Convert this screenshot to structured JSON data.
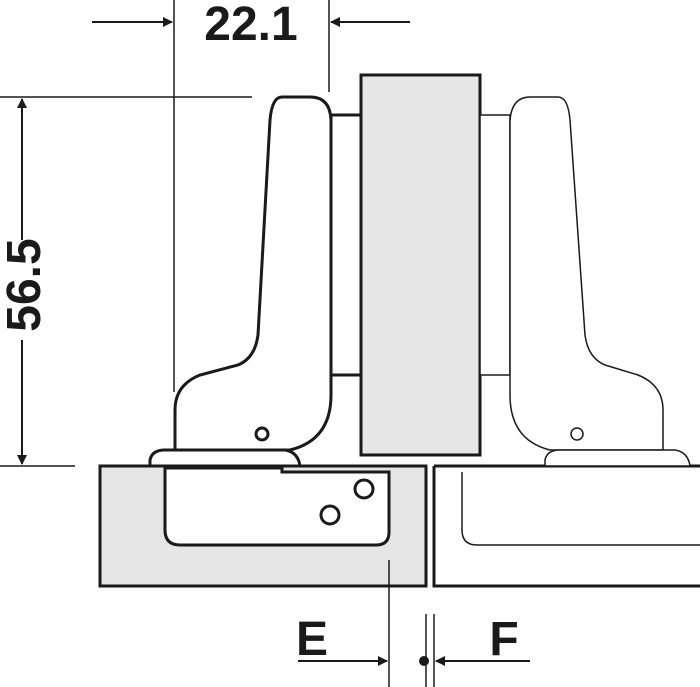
{
  "dimensions": {
    "width_label": "22.1",
    "height_label": "56.5",
    "left_gap_label": "E",
    "right_gap_label": "F"
  },
  "colors": {
    "line": "#1a1a1a",
    "fill_grey": "#e6e6e6",
    "fill_grey_light": "#d9d9d9",
    "background": "#ffffff"
  }
}
